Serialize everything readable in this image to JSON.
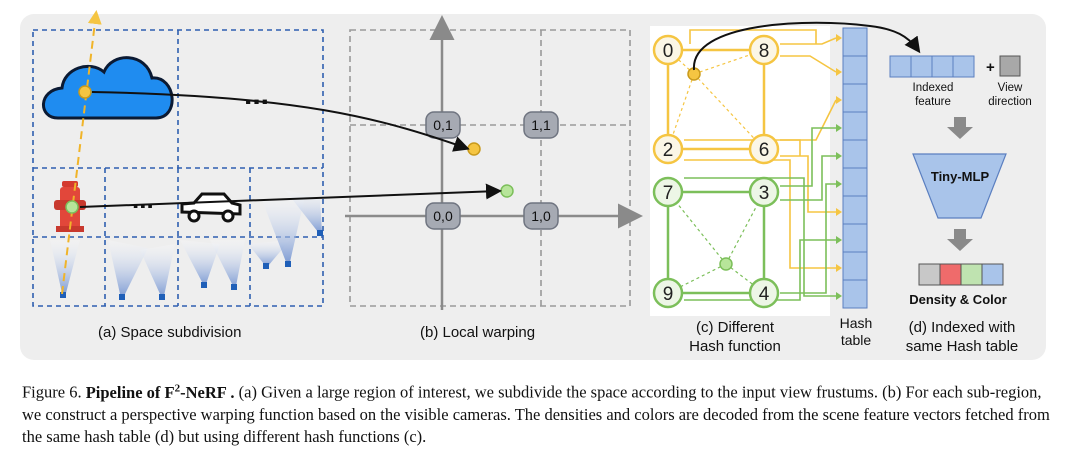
{
  "panels": {
    "a": {
      "label": "(a)  Space subdivision",
      "ellipsis_top": "...",
      "ellipsis_mid": "..."
    },
    "b": {
      "label": "(b) Local warping",
      "nodes": [
        "0,1",
        "1,1",
        "0,0",
        "1,0"
      ]
    },
    "c": {
      "label_line1": "(c) Different",
      "label_line2": "Hash function",
      "yellow_vertices": [
        "0",
        "8",
        "2",
        "6"
      ],
      "green_vertices": [
        "7",
        "3",
        "9",
        "4"
      ]
    },
    "hash": {
      "label_line1": "Hash",
      "label_line2": "table"
    },
    "d": {
      "indexed_feature_line1": "Indexed",
      "indexed_feature_line2": "feature",
      "plus": "+",
      "view_direction_line1": "View",
      "view_direction_line2": "direction",
      "mlp": "Tiny-MLP",
      "output": "Density & Color",
      "label_line1": "(d) Indexed with",
      "label_line2": "same Hash table"
    }
  },
  "caption": {
    "prefix": "Figure 6. ",
    "title_pre": "Pipeline of F",
    "title_sup": "2",
    "title_post": "-NeRF .",
    "text": " (a) Given a large region of interest, we subdivide the space according to the input view frustums. (b) For each sub-region, we construct a perspective warping function based on the visible cameras. The densities and colors are decoded from the scene feature vectors fetched from the same hash table (d) but using different hash functions (c)."
  },
  "colors": {
    "yellow": "#f5c542",
    "green": "#7cbf5a",
    "blue": "#1f6fd6",
    "hash_fill": "#a9c4ea",
    "gray_node": "#a6aab3"
  }
}
